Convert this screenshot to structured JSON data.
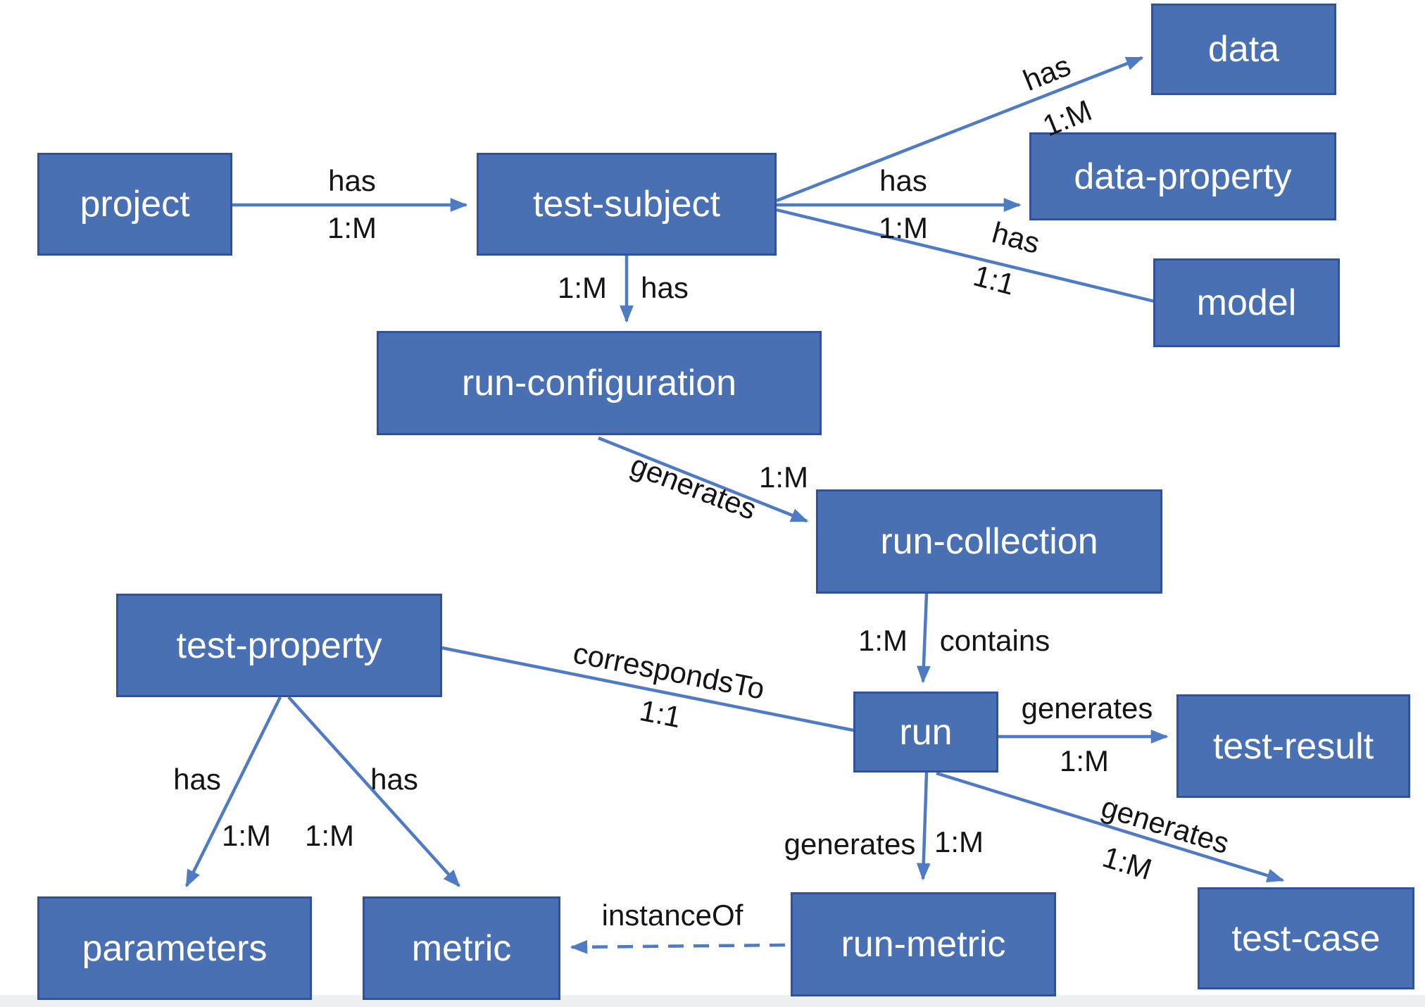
{
  "diagram": {
    "title": "entity relationship diagram",
    "colors": {
      "background": "#ffffff",
      "node_fill": "#4a70b4",
      "node_border": "#30519c",
      "node_text": "#ffffff",
      "arrow": "#4f7ac4",
      "label_text": "#141414",
      "footer_strip": "#edeff0"
    },
    "nodes": [
      {
        "id": "project",
        "label": "project"
      },
      {
        "id": "test-subject",
        "label": "test-subject"
      },
      {
        "id": "data",
        "label": "data"
      },
      {
        "id": "data-property",
        "label": "data-property"
      },
      {
        "id": "model",
        "label": "model"
      },
      {
        "id": "run-configuration",
        "label": "run-configuration"
      },
      {
        "id": "run-collection",
        "label": "run-collection"
      },
      {
        "id": "test-property",
        "label": "test-property"
      },
      {
        "id": "run",
        "label": "run"
      },
      {
        "id": "test-result",
        "label": "test-result"
      },
      {
        "id": "parameters",
        "label": "parameters"
      },
      {
        "id": "metric",
        "label": "metric"
      },
      {
        "id": "run-metric",
        "label": "run-metric"
      },
      {
        "id": "test-case",
        "label": "test-case"
      }
    ],
    "edges": [
      {
        "from": "project",
        "to": "test-subject",
        "label": "has",
        "cardinality": "1:M",
        "style": "solid"
      },
      {
        "from": "test-subject",
        "to": "data",
        "label": "has",
        "cardinality": "1:M",
        "style": "solid"
      },
      {
        "from": "test-subject",
        "to": "data-property",
        "label": "has",
        "cardinality": "1:M",
        "style": "solid"
      },
      {
        "from": "test-subject",
        "to": "model",
        "label": "has",
        "cardinality": "1:1",
        "style": "solid"
      },
      {
        "from": "test-subject",
        "to": "run-configuration",
        "label": "has",
        "cardinality": "1:M",
        "style": "solid"
      },
      {
        "from": "run-configuration",
        "to": "run-collection",
        "label": "generates",
        "cardinality": "1:M",
        "style": "solid"
      },
      {
        "from": "run-collection",
        "to": "run",
        "label": "contains",
        "cardinality": "1:M",
        "style": "solid"
      },
      {
        "from": "test-property",
        "to": "run",
        "label": "correspondsTo",
        "cardinality": "1:1",
        "style": "solid"
      },
      {
        "from": "run",
        "to": "test-result",
        "label": "generates",
        "cardinality": "1:M",
        "style": "solid"
      },
      {
        "from": "run",
        "to": "run-metric",
        "label": "generates",
        "cardinality": "1:M",
        "style": "solid"
      },
      {
        "from": "run",
        "to": "test-case",
        "label": "generates",
        "cardinality": "1:M",
        "style": "solid"
      },
      {
        "from": "test-property",
        "to": "parameters",
        "label": "has",
        "cardinality": "1:M",
        "style": "solid"
      },
      {
        "from": "test-property",
        "to": "metric",
        "label": "has",
        "cardinality": "1:M",
        "style": "solid"
      },
      {
        "from": "run-metric",
        "to": "metric",
        "label": "instanceOf",
        "cardinality": "",
        "style": "dashed"
      }
    ]
  }
}
